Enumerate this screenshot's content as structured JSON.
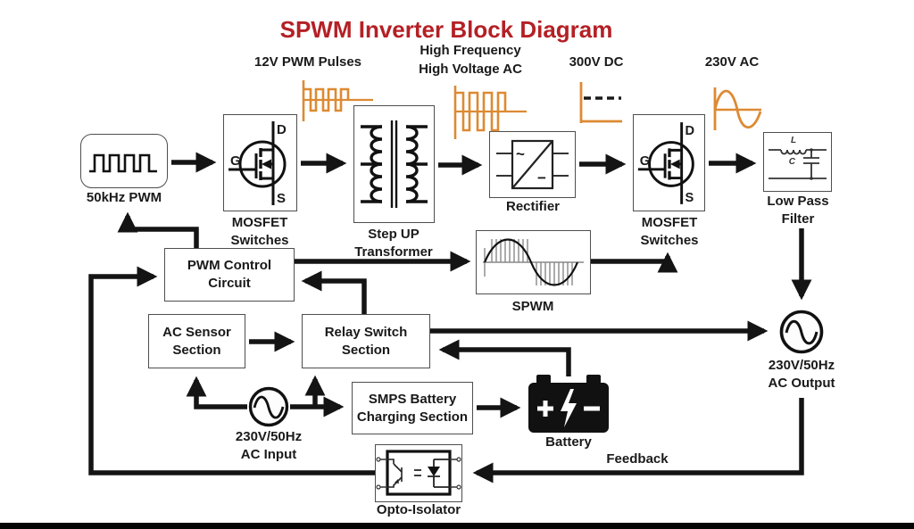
{
  "title": "SPWM Inverter Block Diagram",
  "colors": {
    "title_red": "#b42025",
    "waveform_orange": "#dd8a33",
    "wire_black": "#141414",
    "box_border_gray": "#4e4e4e"
  },
  "annotations": {
    "pwm_pulses": "12V PWM Pulses",
    "hf_hv_1": "High Frequency",
    "hf_hv_2": "High Voltage AC",
    "dc_300": "300V DC",
    "ac_230": "230V AC",
    "feedback": "Feedback"
  },
  "blocks": {
    "pwm_source": {
      "caption": "50kHz PWM"
    },
    "mosfet1": {
      "caption1": "MOSFET",
      "caption2": "Switches",
      "gate": "G",
      "drain": "D",
      "source": "S"
    },
    "transformer": {
      "caption1": "Step UP",
      "caption2": "Transformer"
    },
    "rectifier": {
      "caption": "Rectifier",
      "ac_symbol": "~",
      "dc_symbol": "−"
    },
    "mosfet2": {
      "caption1": "MOSFET",
      "caption2": "Switches",
      "gate": "G",
      "drain": "D",
      "source": "S"
    },
    "low_pass_filter": {
      "caption1": "Low Pass",
      "caption2": "Filter",
      "inductor": "L",
      "capacitor": "C"
    },
    "pwm_control": {
      "line1": "PWM Control",
      "line2": "Circuit"
    },
    "spwm": {
      "caption": "SPWM"
    },
    "ac_sensor": {
      "line1": "AC Sensor",
      "line2": "Section"
    },
    "relay": {
      "line1": "Relay Switch",
      "line2": "Section"
    },
    "smps": {
      "line1": "SMPS Battery",
      "line2": "Charging Section"
    },
    "battery": {
      "caption": "Battery",
      "plus": "+",
      "minus": "−"
    },
    "ac_input": {
      "caption1": "230V/50Hz",
      "caption2": "AC Input"
    },
    "ac_output": {
      "caption1": "230V/50Hz",
      "caption2": "AC Output"
    },
    "opto_isolator": {
      "caption": "Opto-Isolator"
    }
  },
  "icons": [
    "square-wave-icon",
    "pwm-pulses-icon",
    "hf-ac-pulses-icon",
    "dc-level-icon",
    "sine-wave-icon",
    "mosfet-symbol-icon",
    "transformer-symbol-icon",
    "rectifier-symbol-icon",
    "lc-filter-icon",
    "spwm-waveform-icon",
    "ac-source-icon",
    "battery-icon",
    "opto-isolator-icon"
  ]
}
